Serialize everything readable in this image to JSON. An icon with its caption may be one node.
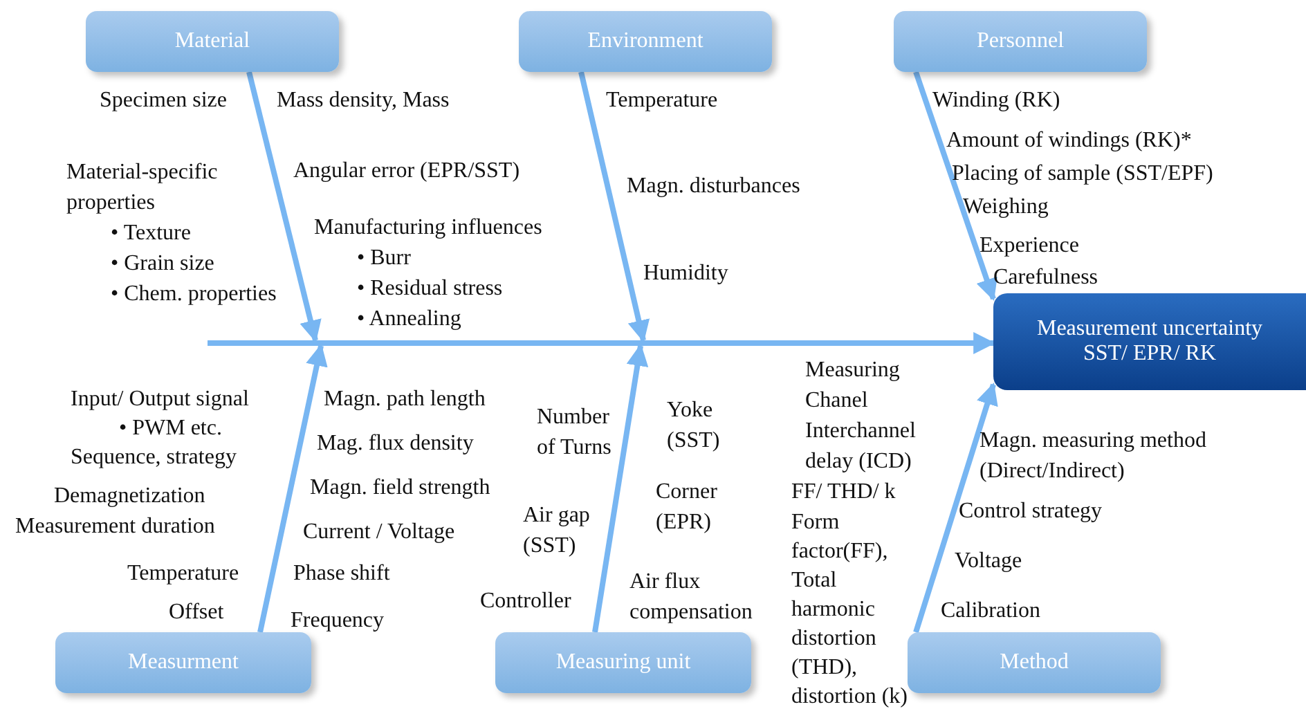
{
  "diagram": {
    "nodes": [
      {
        "text": [
          "Material"
        ]
      },
      {
        "text": [
          "Environment"
        ]
      },
      {
        "text": [
          "Personnel"
        ]
      },
      {
        "text": [
          "Measurment"
        ]
      },
      {
        "text": [
          "Measuring unit"
        ]
      },
      {
        "text": [
          "Method"
        ]
      },
      {
        "text": [
          "Measurement uncertainty",
          "SST/ EPR/ RK"
        ]
      }
    ],
    "edges": [
      {
        "from": 0,
        "to": null,
        "arrow": "to"
      },
      {
        "from": 1,
        "to": null,
        "arrow": "to"
      },
      {
        "from": 2,
        "to": 6,
        "arrow": "to"
      },
      {
        "from": 3,
        "to": null,
        "arrow": "to"
      },
      {
        "from": 4,
        "to": null,
        "arrow": "to"
      },
      {
        "from": 5,
        "to": 6,
        "arrow": "to"
      },
      {
        "from": null,
        "to": 6,
        "arrow": "to"
      }
    ],
    "labels": [
      "Specimen size",
      "Mass density, Mass",
      "Angular error (EPR/SST)",
      "Material-specific properties",
      "• Texture",
      "• Grain size",
      "• Chem. properties",
      "Manufacturing influences",
      "• Burr",
      "• Residual stress",
      "• Annealing",
      "Temperature",
      "Magn. disturbances",
      "Humidity",
      "Winding (RK)",
      "Amount of windings (RK)*",
      "Placing of sample (SST/EPF)",
      "Weighing",
      "Experience",
      "Carefulness",
      "Input/ Output signal",
      "• PWM etc.",
      "Sequence, strategy",
      "Demagnetization",
      "Measurement duration",
      "Temperature",
      "Offset",
      "Magn. path length",
      "Mag. flux density",
      "Magn. field strength",
      "Current / Voltage",
      "Phase shift",
      "Frequency",
      "Number of Turns",
      "Air gap (SST)",
      "Controller",
      "Yoke (SST)",
      "Corner (EPR)",
      "Air flux compensation",
      "Measuring Chanel",
      "Interchannel delay (ICD)",
      "FF/ THD/ k",
      "Form factor(FF), Total harmonic distortion (THD), distortion (k)",
      "Magn. measuring method (Direct/Indirect)",
      "Control strategy",
      "Voltage",
      "Calibration"
    ]
  }
}
